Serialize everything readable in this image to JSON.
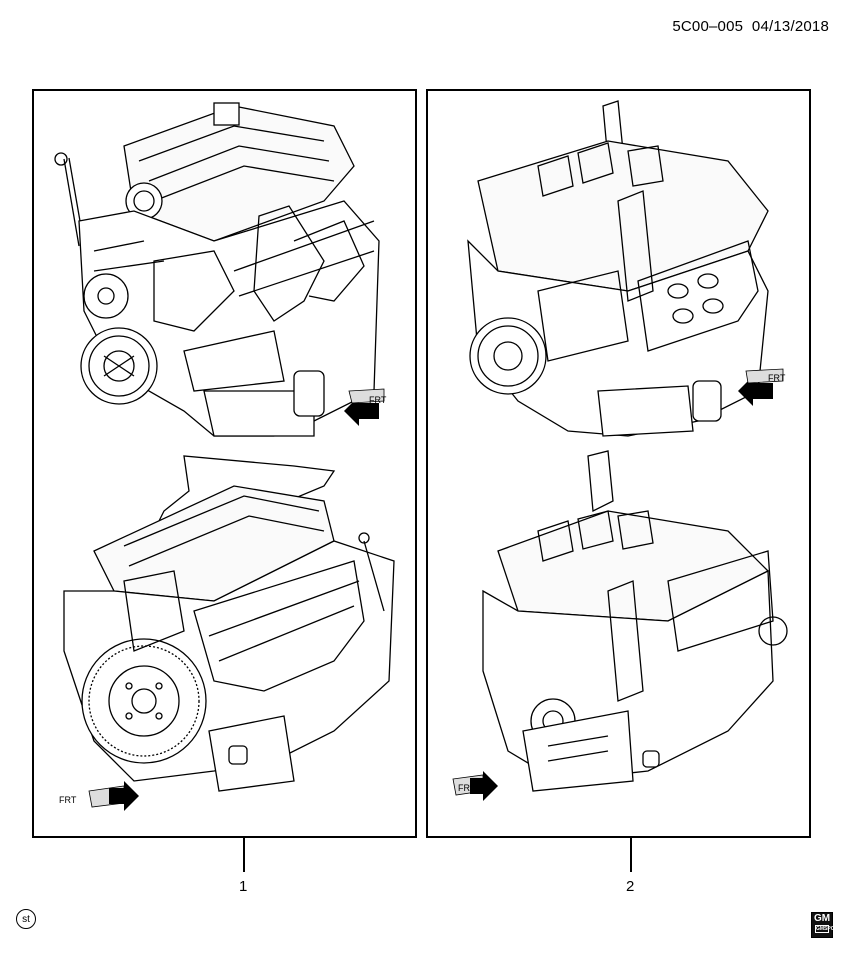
{
  "header": {
    "code": "5C00–005",
    "date": "04/13/2018"
  },
  "callouts": [
    {
      "label": "1"
    },
    {
      "label": "2"
    }
  ],
  "frt_labels": {
    "panel1_top": "FRT",
    "panel1_bottom": "FRT",
    "panel2_top": "FRT",
    "panel2_bottom": "FRT"
  },
  "footer": {
    "st_symbol": "st",
    "logo_text": "GM",
    "logo_sub": "GMSPO"
  }
}
